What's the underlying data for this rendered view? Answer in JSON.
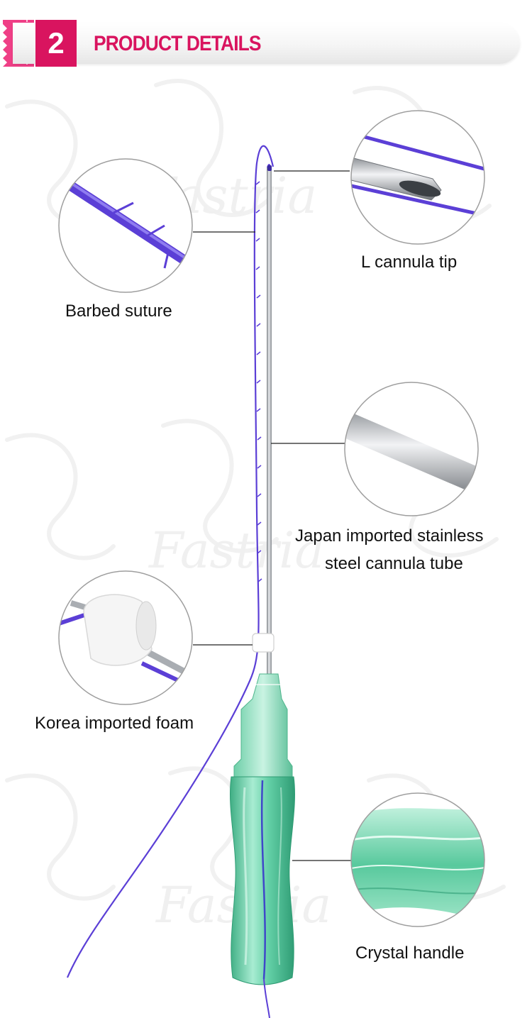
{
  "header": {
    "number": "2",
    "title": "PRODUCT DETAILS"
  },
  "watermark_text": "Fastria",
  "callouts": [
    {
      "id": "barbed-suture",
      "label": "Barbed suture"
    },
    {
      "id": "l-cannula-tip",
      "label": "L cannula tip"
    },
    {
      "id": "cannula-tube",
      "label_line1": "Japan imported stainless",
      "label_line2": "steel cannula tube"
    },
    {
      "id": "foam",
      "label": "Korea imported foam"
    },
    {
      "id": "crystal-handle",
      "label": "Crystal handle"
    }
  ],
  "colors": {
    "accent": "#d9145f",
    "thread": "#5b3fd6",
    "handle": "#5ec9a0",
    "steel": "#a9adb2",
    "callout_line": "#222222",
    "circle_border": "#9e9e9e"
  }
}
